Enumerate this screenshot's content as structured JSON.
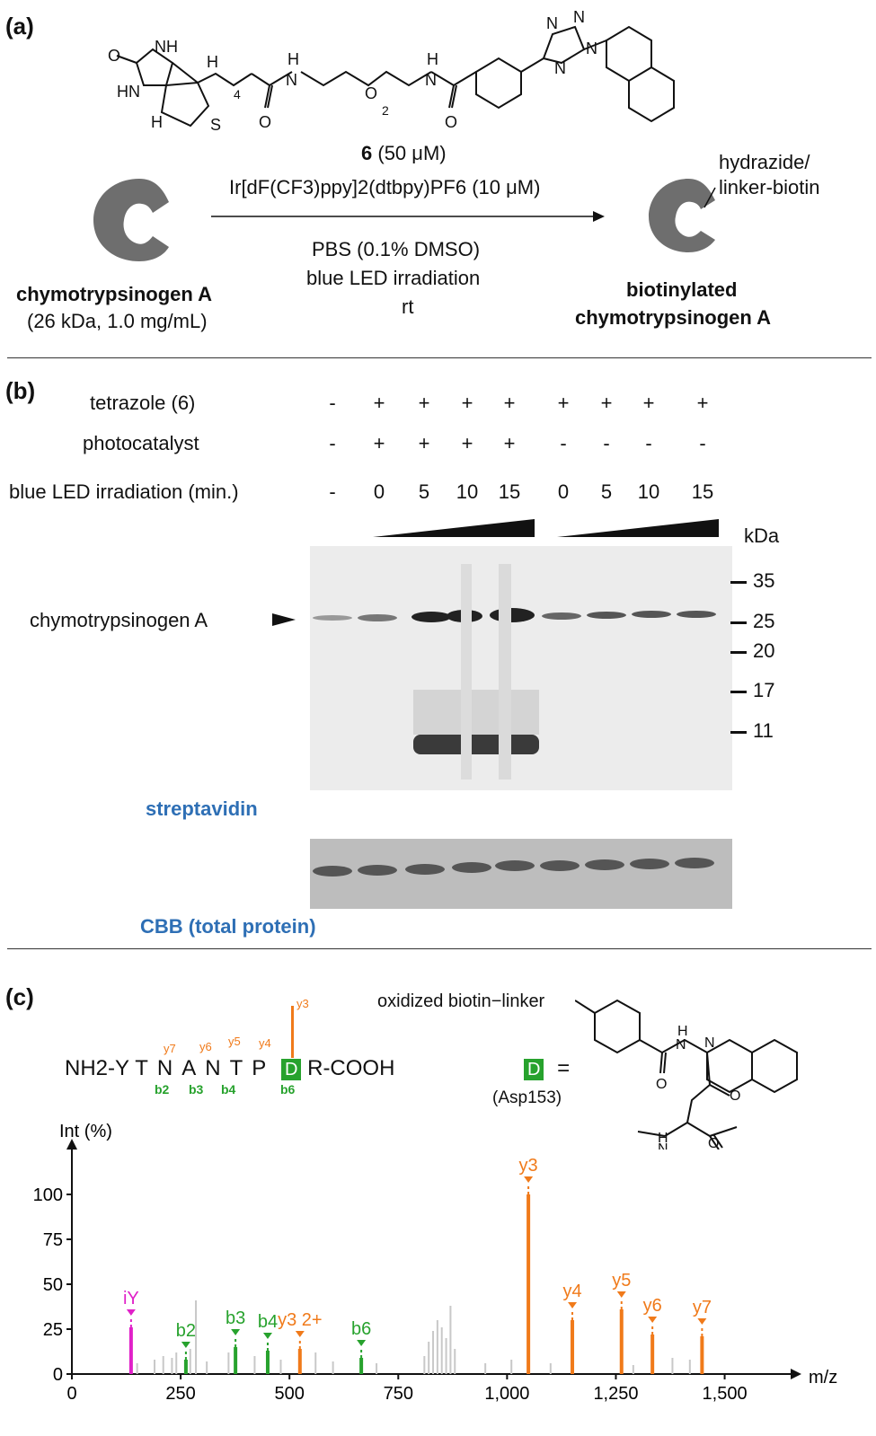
{
  "panel_a": {
    "label": "(a)",
    "reagent_compound": "6",
    "reagent_conc": "(50 μM)",
    "catalyst": "Ir[dF(CF3)ppy]2(dtbpy)PF6 (10 μM)",
    "conditions": [
      "PBS (0.1% DMSO)",
      "blue LED irradiation",
      "rt"
    ],
    "start_name": "chymotrypsinogen A",
    "start_detail": "(26 kDa, 1.0 mg/mL)",
    "product_name_1": "biotinylated",
    "product_name_2": "chymotrypsinogen A",
    "product_tag_1": "hydrazide/",
    "product_tag_2": "linker-biotin",
    "struct_labels": [
      "O",
      "NH",
      "H",
      "HN",
      "H",
      "S",
      "4",
      "H",
      "N",
      "O",
      "O",
      "2",
      "H",
      "N",
      "O",
      "N",
      "N",
      "N",
      "N"
    ]
  },
  "panel_b": {
    "label": "(b)",
    "row_tetrazole": "tetrazole (6)",
    "row_photocatalyst": "photocatalyst",
    "row_irradiation": "blue LED irradiation (min.)",
    "tetrazole_values": [
      "-",
      "+",
      "+",
      "+",
      "+",
      "+",
      "+",
      "+",
      "+"
    ],
    "photocatalyst_values": [
      "-",
      "+",
      "+",
      "+",
      "+",
      "-",
      "-",
      "-",
      "-"
    ],
    "irradiation_values": [
      "-",
      "0",
      "5",
      "10",
      "15",
      "0",
      "5",
      "10",
      "15"
    ],
    "kda_label": "kDa",
    "markers": [
      "35",
      "25",
      "20",
      "17",
      "11"
    ],
    "band_label": "chymotrypsinogen A",
    "blot_label": "streptavidin",
    "stain_label": "CBB (total protein)"
  },
  "panel_c": {
    "label": "(c)",
    "peptide_prefix": "NH2-Y",
    "peptide_residues": [
      "T",
      "N",
      "A",
      "N",
      "T",
      "P"
    ],
    "modified_residue": "D",
    "peptide_suffix": "R-COOH",
    "legend_equals": "=",
    "legend_site": "(Asp153)",
    "structure_tag": "oxidized biotin−linker",
    "y_fragments": [
      "y7",
      "y6",
      "y5",
      "y4",
      "y3"
    ],
    "b_fragments": [
      "b2",
      "b3",
      "b4",
      "b6"
    ]
  },
  "chart_data": {
    "type": "bar",
    "xlabel": "m/z",
    "ylabel": "Int (%)",
    "xlim": [
      0,
      1600
    ],
    "ylim": [
      0,
      120
    ],
    "x_ticks": [
      "0",
      "250",
      "500",
      "750",
      "1,000",
      "1,250",
      "1,500"
    ],
    "y_ticks": [
      "0",
      "25",
      "50",
      "75",
      "100"
    ],
    "colors": {
      "y_ion": "#f07a1a",
      "b_ion": "#27a22d",
      "immonium": "#e020c8",
      "unassigned": "#c8c8c8"
    },
    "peaks": [
      {
        "mz": 136,
        "value": 26,
        "ion": "immonium",
        "label": "iY"
      },
      {
        "mz": 262,
        "value": 8,
        "ion": "b_ion",
        "label": "b2"
      },
      {
        "mz": 376,
        "value": 15,
        "ion": "b_ion",
        "label": "b3"
      },
      {
        "mz": 450,
        "value": 13,
        "ion": "b_ion",
        "label": "b4"
      },
      {
        "mz": 524,
        "value": 14,
        "ion": "y_ion",
        "label": "y3 2+"
      },
      {
        "mz": 665,
        "value": 9,
        "ion": "b_ion",
        "label": "b6"
      },
      {
        "mz": 1049,
        "value": 100,
        "ion": "y_ion",
        "label": "y3"
      },
      {
        "mz": 1150,
        "value": 30,
        "ion": "y_ion",
        "label": "y4"
      },
      {
        "mz": 1263,
        "value": 36,
        "ion": "y_ion",
        "label": "y5"
      },
      {
        "mz": 1334,
        "value": 22,
        "ion": "y_ion",
        "label": "y6"
      },
      {
        "mz": 1448,
        "value": 21,
        "ion": "y_ion",
        "label": "y7"
      }
    ],
    "unassigned_peaks": [
      {
        "mz": 150,
        "value": 6
      },
      {
        "mz": 190,
        "value": 8
      },
      {
        "mz": 210,
        "value": 10
      },
      {
        "mz": 230,
        "value": 9
      },
      {
        "mz": 240,
        "value": 12
      },
      {
        "mz": 272,
        "value": 14
      },
      {
        "mz": 285,
        "value": 41
      },
      {
        "mz": 310,
        "value": 7
      },
      {
        "mz": 360,
        "value": 12
      },
      {
        "mz": 420,
        "value": 10
      },
      {
        "mz": 480,
        "value": 8
      },
      {
        "mz": 560,
        "value": 12
      },
      {
        "mz": 600,
        "value": 7
      },
      {
        "mz": 700,
        "value": 6
      },
      {
        "mz": 810,
        "value": 10
      },
      {
        "mz": 820,
        "value": 18
      },
      {
        "mz": 830,
        "value": 24
      },
      {
        "mz": 840,
        "value": 30
      },
      {
        "mz": 850,
        "value": 26
      },
      {
        "mz": 860,
        "value": 20
      },
      {
        "mz": 870,
        "value": 38
      },
      {
        "mz": 880,
        "value": 14
      },
      {
        "mz": 950,
        "value": 6
      },
      {
        "mz": 1010,
        "value": 8
      },
      {
        "mz": 1100,
        "value": 6
      },
      {
        "mz": 1290,
        "value": 5
      },
      {
        "mz": 1380,
        "value": 9
      },
      {
        "mz": 1420,
        "value": 8
      }
    ]
  }
}
